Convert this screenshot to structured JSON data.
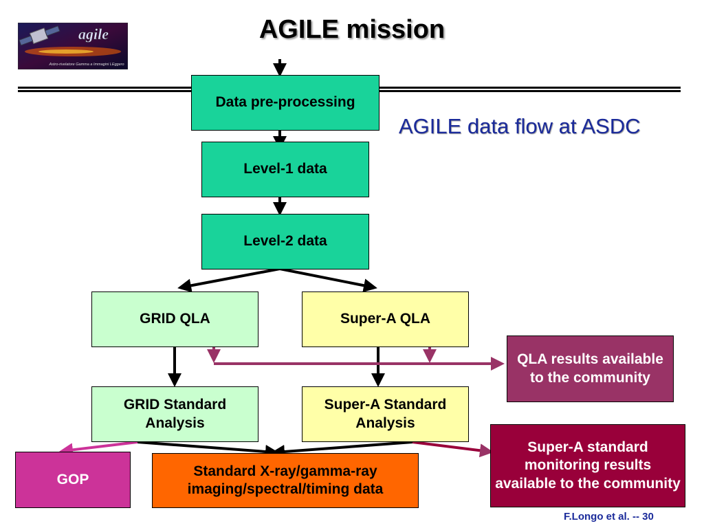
{
  "title": "AGILE mission",
  "subtitle": "AGILE data flow at ASDC",
  "logo": {
    "wordmark": "agile",
    "tagline": "Astro-rivelatore Gamma a Immagini LEggero"
  },
  "nodes": {
    "preprocessing": "Data pre-processing",
    "level1": "Level-1 data",
    "level2": "Level-2 data",
    "grid_qla": "GRID QLA",
    "supera_qla": "Super-A QLA",
    "qla_results": "QLA results available to the community",
    "grid_std": "GRID Standard Analysis",
    "supera_std": "Super-A Standard Analysis",
    "supera_monitoring": "Super-A standard monitoring results available to the community",
    "gop": "GOP",
    "standard_data": "Standard X-ray/gamma-ray imaging/spectral/timing data"
  },
  "footer": "F.Longo et al. -- 30",
  "colors": {
    "teal": "#19d39a",
    "light_green": "#c9ffcf",
    "light_yellow": "#ffffa8",
    "plum": "#993366",
    "wine": "#99003a",
    "magenta": "#cc3399",
    "orange": "#ff6600",
    "subtitle_blue": "#1a2a9a"
  }
}
